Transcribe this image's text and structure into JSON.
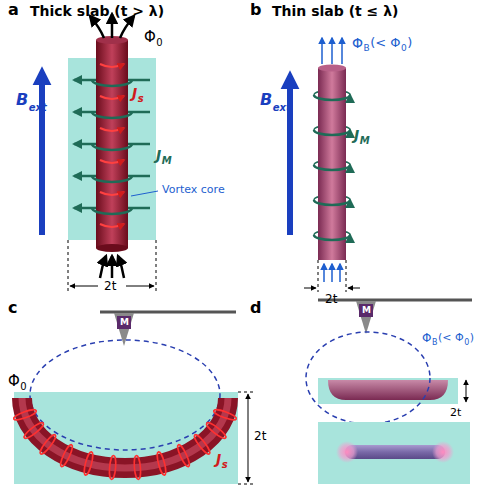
{
  "diagram": {
    "labels": [
      "a",
      "Thick slab (t > λ)",
      "Φ",
      "0",
      "B",
      "ext",
      "J",
      "s",
      "J",
      "M",
      "Vortex core",
      "2t",
      "b",
      "Thin slab (t ≤ λ)",
      "Φ",
      "B",
      "(< Φ",
      "0",
      ")",
      "B",
      "ext",
      "J",
      "M",
      "2t",
      "c",
      "M",
      "Φ",
      "0",
      "J",
      "s",
      "2t",
      "d",
      "M",
      "Φ",
      "B",
      "(< Φ",
      "0",
      ")",
      "2t"
    ]
  }
}
